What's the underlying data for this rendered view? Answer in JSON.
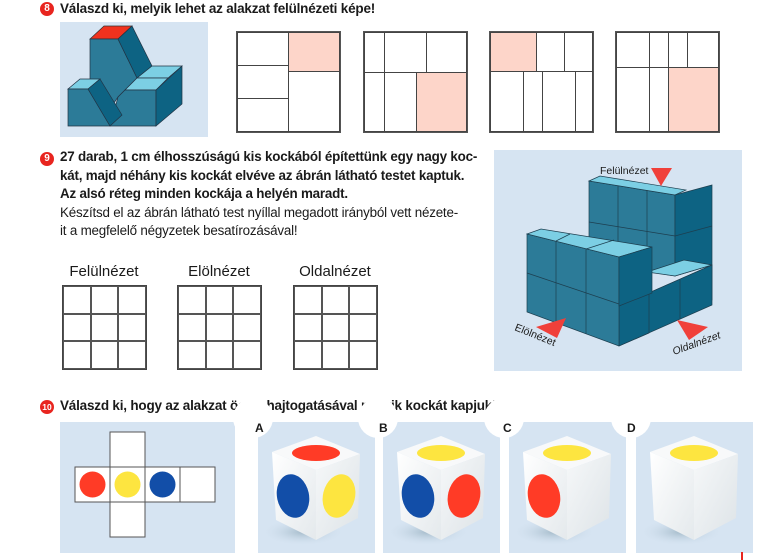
{
  "colors": {
    "accent_red": "#e8251f",
    "panel_bg": "#d6e4f2",
    "cube_dark": "#0d6383",
    "cube_mid": "#2c7b98",
    "cube_light": "#7ccfe4",
    "highlight_pink": "#fdd5c9",
    "dot_red": "#ff3b26",
    "dot_yellow": "#fde540",
    "dot_blue": "#124ea8"
  },
  "q8": {
    "number": "8",
    "title": "Válaszd ki, melyik lehet az alakzat felülnézeti képe!",
    "figure_icon": "isometric-solid-figure",
    "options": [
      {
        "id": "1",
        "highlighted_cell": "top-right"
      },
      {
        "id": "2",
        "highlighted_cell": "bottom-right"
      },
      {
        "id": "3",
        "highlighted_cell": "top-left"
      },
      {
        "id": "4",
        "highlighted_cell": "bottom-right"
      }
    ]
  },
  "q9": {
    "number": "9",
    "text_bold": [
      "27 darab, 1 cm élhosszúságú kis kockából építettünk egy nagy koc-",
      "kát, majd néhány kis kockát elvéve az ábrán látható testet kaptuk.",
      "Az alsó réteg minden kockája a helyén maradt."
    ],
    "text_normal": [
      "Készítsd el az ábrán látható test nyíllal megadott irányból vett nézete-",
      "it a megfelelő négyzetek besatírozásával!"
    ],
    "grids": [
      {
        "label": "Felülnézet"
      },
      {
        "label": "Elölnézet"
      },
      {
        "label": "Oldalnézet"
      }
    ],
    "figure_labels": {
      "top": "Felülnézet",
      "front": "Elölnézet",
      "side": "Oldalnézet"
    }
  },
  "q10": {
    "number": "10",
    "title": "Válaszd ki, hogy az alakzat összehajtogatásával melyik kockát kapjuk!",
    "net_dots": [
      "red",
      "yellow",
      "blue",
      "none"
    ],
    "options": [
      {
        "letter": "A",
        "top": "red",
        "left": "blue",
        "right": "yellow"
      },
      {
        "letter": "B",
        "top": "yellow",
        "left": "blue",
        "right": "red"
      },
      {
        "letter": "C",
        "top": "yellow",
        "left": "red",
        "right": "none"
      },
      {
        "letter": "D",
        "top": "yellow",
        "left": "none",
        "right": "none"
      }
    ]
  }
}
